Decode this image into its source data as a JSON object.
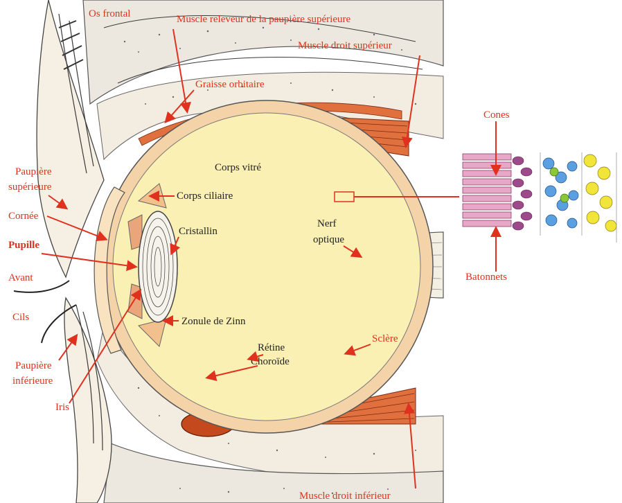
{
  "labels": {
    "os_frontal": "Os frontal",
    "muscle_releveur": "Muscle releveur de la paupière supérieure",
    "muscle_droit_superieur": "Muscle droit supérieur",
    "graisse_orbitaire": "Graisse orbitaire",
    "corps_vitre": "Corps vitré",
    "corps_ciliaire": "Corps ciliaire",
    "cristallin": "Cristallin",
    "nerf_optique_1": "Nerf",
    "nerf_optique_2": "optique",
    "paupiere_superieure_1": "Paupière",
    "paupiere_superieure_2": "supérieure",
    "cornee": "Cornée",
    "pupille": "Pupille",
    "avant": "Avant",
    "cils": "Cils",
    "paupiere_inferieure_1": "Paupière",
    "paupiere_inferieure_2": "inférieure",
    "iris": "Iris",
    "zonule_de_zinn": "Zonule de Zinn",
    "retine": "Rétine",
    "choroide": "Choroïde",
    "sclere": "Sclère",
    "muscle_droit_inferieur": "Muscle droit inférieur",
    "cones": "Cones",
    "batonnets": "Batonnets"
  },
  "colors": {
    "label_red": "#e0301e",
    "vitreous_fill": "#faf0b4",
    "sclera_peach": "#f5d3a8",
    "muscle_orange": "#e0703e",
    "fat_tissue": "#f3ece0",
    "bone_gray": "#e8e4dc",
    "cone_pink": "#e7a8c8",
    "cell_blue": "#5aa0e0",
    "cell_yellow": "#f1e53a"
  }
}
